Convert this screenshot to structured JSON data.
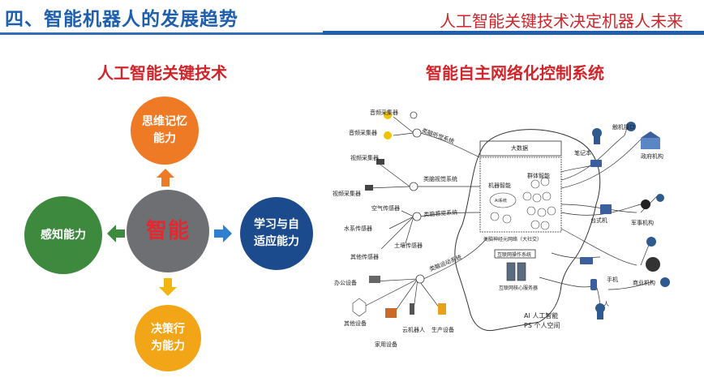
{
  "header": {
    "title": "四、智能机器人的发展趋势",
    "tagline": "人工智能关键技术决定机器人未来"
  },
  "left": {
    "title": "人工智能关键技术",
    "center": "智能",
    "top": [
      "思维记忆",
      "能力"
    ],
    "left": [
      "感知能力"
    ],
    "right": [
      "学习与自",
      "适应能力"
    ],
    "bottom": [
      "决策行",
      "为能力"
    ]
  },
  "right": {
    "title": "智能自主网络化控制系统",
    "labels": {
      "audio1": "音频采集器",
      "audio2": "音频采集器",
      "video1": "视频采集器",
      "video2": "视频采集器",
      "air": "空气传感器",
      "water": "水系传感器",
      "soil": "土壤传感器",
      "other_sensor": "其他传感器",
      "office": "办公设备",
      "other_device": "其他设备",
      "home": "家用设备",
      "cloud_robot": "云机器人",
      "production": "生产设备",
      "brain_audio": "类脑听觉系统",
      "brain_visual": "类脑视觉系统",
      "brain_sense": "类脑感觉系统",
      "brain_motion": "类脑运动系统",
      "bigdata": "大数据",
      "robot_intel": "机器智能",
      "group_intel": "群体智能",
      "ai_system": "AI系统",
      "neural_net": "类脑神经元网络（大社交）",
      "os": "互联网操作系统",
      "core_server": "互联网核心服务器",
      "laptop": "笔记本",
      "touch": "触机接口",
      "gov": "政府机构",
      "desktop": "台式机",
      "military": "军事机构",
      "phone": "手机",
      "business": "商业机构",
      "person": "人",
      "legend_ai": "AI  人工智能",
      "legend_ps": "PS  个人空间"
    }
  },
  "colors": {
    "title_blue": "#1f5fae",
    "red": "#d0262b",
    "center_gray": "#6d6f73",
    "orange": "#ef7a26",
    "green": "#3d8a3f",
    "navy": "#1b4b8d",
    "yellow": "#f2a516"
  }
}
